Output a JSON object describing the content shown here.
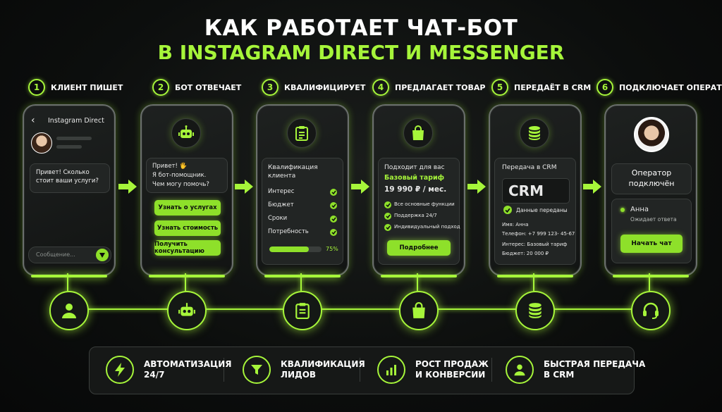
{
  "title_line1": "КАК РАБОТАЕТ ЧАТ-БОТ",
  "title_line2": "В INSTAGRAM DIRECT И MESSENGER",
  "steps": [
    {
      "num": "1",
      "label": "КЛИЕНТ ПИШЕТ"
    },
    {
      "num": "2",
      "label": "БОТ ОТВЕЧАЕТ"
    },
    {
      "num": "3",
      "label": "КВАЛИФИЦИРУЕТ"
    },
    {
      "num": "4",
      "label": "ПРЕДЛАГАЕТ ТОВАР"
    },
    {
      "num": "5",
      "label": "ПЕРЕДАЁТ В CRM"
    },
    {
      "num": "6",
      "label": "ПОДКЛЮЧАЕТ ОПЕРАТОРА"
    }
  ],
  "phone1": {
    "back": "‹",
    "header": "Instagram Direct",
    "message": "Привет! Сколько стоит ваши услуги?",
    "input_placeholder": "Сообщение..."
  },
  "phone2": {
    "greeting": "Привет! 🖐",
    "line2": "Я бот-помощник.",
    "line3": "Чем могу помочь?",
    "buttons": [
      "Узнать о услугах",
      "Узнать стоимость",
      "Получить консультацию"
    ]
  },
  "phone3": {
    "title_line1": "Квалификация",
    "title_line2": "клиента",
    "items": [
      "Интерес",
      "Бюджет",
      "Сроки",
      "Потребность"
    ],
    "progress_label": "75%",
    "progress": 0.75
  },
  "phone4": {
    "heading": "Подходит для вас",
    "plan": "Базовый тариф",
    "price": "19 990 ₽ / мес.",
    "features": [
      "Все основные функции",
      "Поддержка 24/7",
      "Индивидуальный подход"
    ],
    "button": "Подробнее"
  },
  "phone5": {
    "heading": "Передача в CRM",
    "crm": "CRM",
    "status": "Данные переданы",
    "name": "Имя: Анна",
    "phone": "Телефон: +7 999 123- 45-67",
    "interest": "Интерес: Базовый тариф",
    "budget": "Бюджет: 20 000 ₽"
  },
  "phone6": {
    "line1": "Оператор",
    "line2": "подключён",
    "client_name": "Анна",
    "client_status": "Ожидает ответа",
    "button": "Начать чат"
  },
  "features": [
    {
      "icon": "lightning-icon",
      "line1": "АВТОМАТИЗАЦИЯ",
      "line2": "24/7"
    },
    {
      "icon": "funnel-icon",
      "line1": "КВАЛИФИКАЦИЯ",
      "line2": "ЛИДОВ"
    },
    {
      "icon": "bar-chart-icon",
      "line1": "РОСТ ПРОДАЖ",
      "line2": "И КОНВЕРСИИ"
    },
    {
      "icon": "user-icon",
      "line1": "БЫСТРАЯ ПЕРЕДАЧА",
      "line2": "В CRM"
    }
  ],
  "colors": {
    "accent": "#a6f53a",
    "background": "#0b0d0c",
    "card": "#222524"
  }
}
